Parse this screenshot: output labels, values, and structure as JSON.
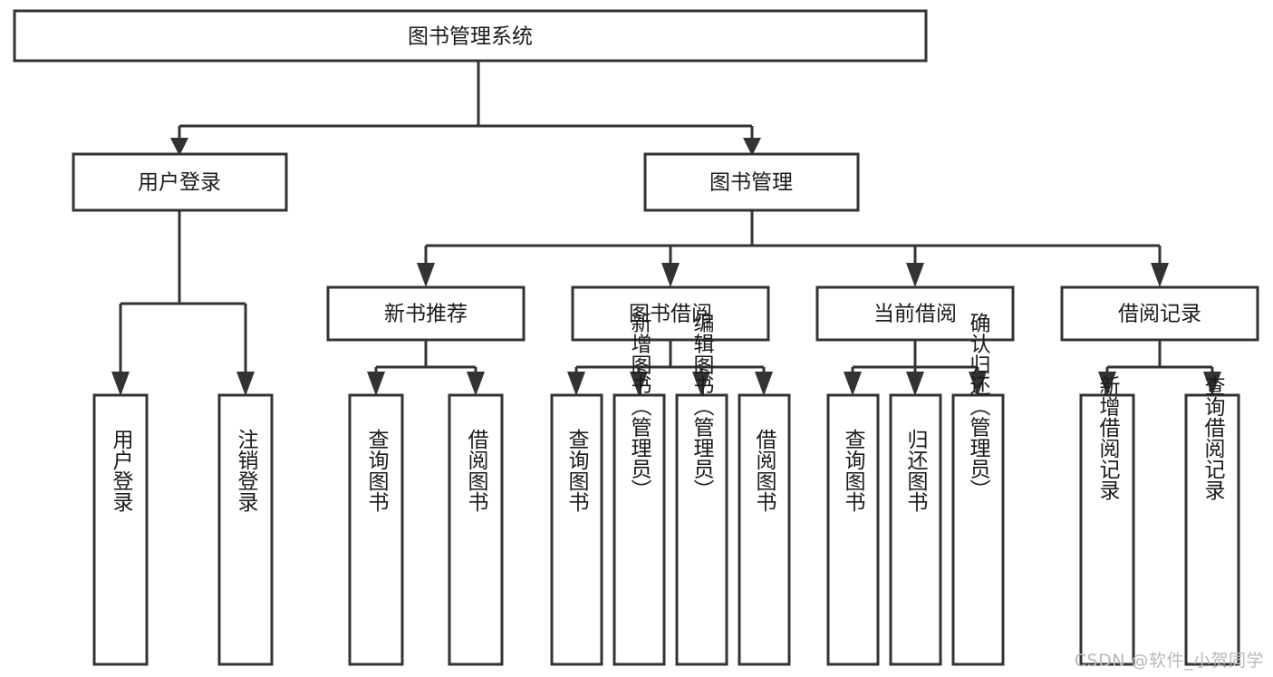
{
  "diagram": {
    "type": "tree",
    "title": "图书管理系统",
    "orientation": "top-down",
    "colors": {
      "stroke": "#333333",
      "fill": "#ffffff",
      "text": "#1a1a1a",
      "watermark": "#b9b9b9",
      "background": "#ffffff"
    },
    "nodes": {
      "root": {
        "label": "图书管理系统",
        "level": 1,
        "orientation": "horizontal"
      },
      "l2": [
        {
          "id": "user-login",
          "label": "用户登录",
          "level": 2,
          "orientation": "horizontal"
        },
        {
          "id": "book-management",
          "label": "图书管理",
          "level": 2,
          "orientation": "horizontal"
        }
      ],
      "l3": [
        {
          "id": "new-book-recommend",
          "label": "新书推荐",
          "level": 3,
          "orientation": "horizontal"
        },
        {
          "id": "book-borrow",
          "label": "图书借阅",
          "level": 3,
          "orientation": "horizontal"
        },
        {
          "id": "current-borrow",
          "label": "当前借阅",
          "level": 3,
          "orientation": "horizontal"
        },
        {
          "id": "borrow-record",
          "label": "借阅记录",
          "level": 3,
          "orientation": "horizontal"
        }
      ],
      "leaves": {
        "user-login": [
          {
            "id": "leaf-user-login",
            "label": "用户登录"
          },
          {
            "id": "leaf-user-logout",
            "label": "注销登录"
          }
        ],
        "new-book-recommend": [
          {
            "id": "leaf-query-book-1",
            "label": "查询图书"
          },
          {
            "id": "leaf-borrow-book-1",
            "label": "借阅图书"
          }
        ],
        "book-borrow": [
          {
            "id": "leaf-query-book-2",
            "label": "查询图书"
          },
          {
            "id": "leaf-add-book",
            "label": "新增图书（管理员）"
          },
          {
            "id": "leaf-edit-book",
            "label": "编辑图书（管理员）"
          },
          {
            "id": "leaf-borrow-book-2",
            "label": "借阅图书"
          }
        ],
        "current-borrow": [
          {
            "id": "leaf-query-book-3",
            "label": "查询图书"
          },
          {
            "id": "leaf-return-book",
            "label": "归还图书"
          },
          {
            "id": "leaf-confirm-return",
            "label": "确认归还（管理员）"
          }
        ],
        "borrow-record": [
          {
            "id": "leaf-add-record",
            "label": "新增借阅记录"
          },
          {
            "id": "leaf-query-record",
            "label": "查询借阅记录"
          }
        ]
      }
    },
    "edges": [
      {
        "from": "图书管理系统",
        "to": "用户登录"
      },
      {
        "from": "图书管理系统",
        "to": "图书管理"
      },
      {
        "from": "图书管理",
        "to": "新书推荐"
      },
      {
        "from": "图书管理",
        "to": "图书借阅"
      },
      {
        "from": "图书管理",
        "to": "当前借阅"
      },
      {
        "from": "图书管理",
        "to": "借阅记录"
      },
      {
        "from": "用户登录",
        "to": "用户登录"
      },
      {
        "from": "用户登录",
        "to": "注销登录"
      },
      {
        "from": "新书推荐",
        "to": "查询图书"
      },
      {
        "from": "新书推荐",
        "to": "借阅图书"
      },
      {
        "from": "图书借阅",
        "to": "查询图书"
      },
      {
        "from": "图书借阅",
        "to": "新增图书（管理员）"
      },
      {
        "from": "图书借阅",
        "to": "编辑图书（管理员）"
      },
      {
        "from": "图书借阅",
        "to": "借阅图书"
      },
      {
        "from": "当前借阅",
        "to": "查询图书"
      },
      {
        "from": "当前借阅",
        "to": "归还图书"
      },
      {
        "from": "当前借阅",
        "to": "确认归还（管理员）"
      },
      {
        "from": "借阅记录",
        "to": "新增借阅记录"
      },
      {
        "from": "借阅记录",
        "to": "查询借阅记录"
      }
    ]
  },
  "watermark": {
    "text": "CSDN @软件_小贺同学"
  }
}
